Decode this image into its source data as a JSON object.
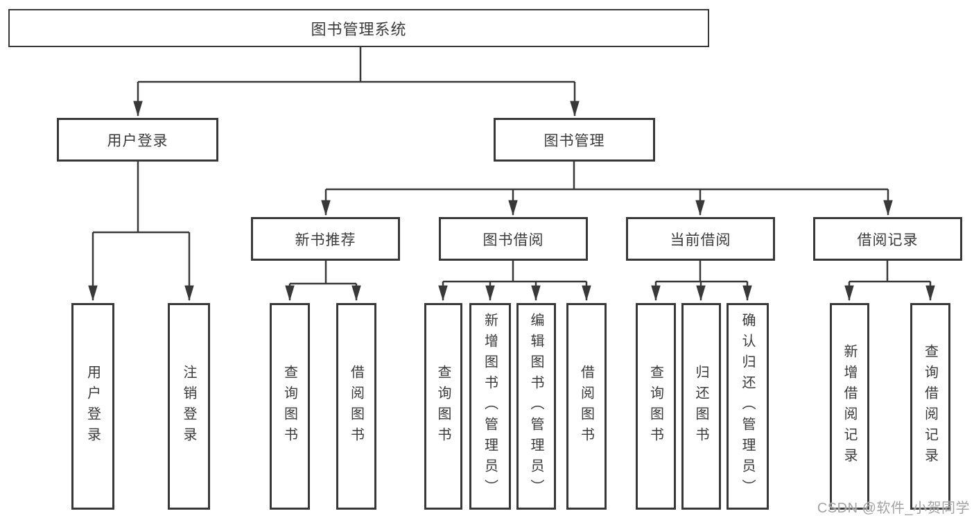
{
  "tree": {
    "label": "图书管理系统",
    "children": [
      {
        "label": "用户登录",
        "children": [
          {
            "label": "用户登录"
          },
          {
            "label": "注销登录"
          }
        ]
      },
      {
        "label": "图书管理",
        "children": [
          {
            "label": "新书推荐",
            "children": [
              {
                "label": "查询图书"
              },
              {
                "label": "借阅图书"
              }
            ]
          },
          {
            "label": "图书借阅",
            "children": [
              {
                "label": "查询图书"
              },
              {
                "label": "新增图书（管理员）"
              },
              {
                "label": "编辑图书（管理员）"
              },
              {
                "label": "借阅图书"
              }
            ]
          },
          {
            "label": "当前借阅",
            "children": [
              {
                "label": "查询图书"
              },
              {
                "label": "归还图书"
              },
              {
                "label": "确认归还（管理员）"
              }
            ]
          },
          {
            "label": "借阅记录",
            "children": [
              {
                "label": "新增借阅记录"
              },
              {
                "label": "查询借阅记录"
              }
            ]
          }
        ]
      }
    ]
  },
  "watermark": {
    "text": "CSDN @软件_小贺同学"
  },
  "colors": {
    "line": "#383838",
    "text": "#3a3a3a",
    "watermark": "#a3a3a3",
    "background": "#ffffff"
  }
}
